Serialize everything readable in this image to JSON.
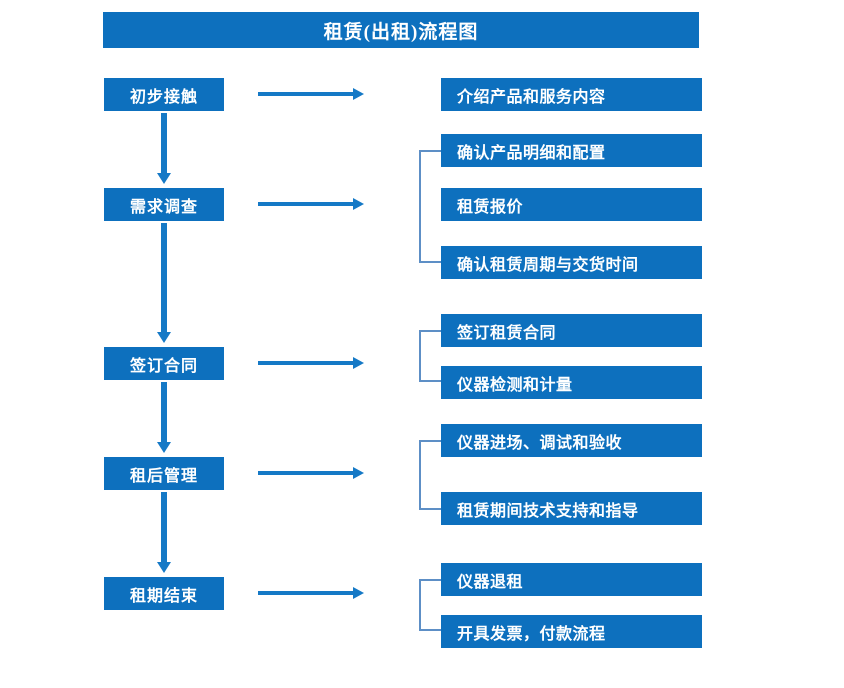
{
  "title": "租赁(出租)流程图",
  "theme": {
    "box_fill": "#0D70BE",
    "box_text": "#FFFFFF",
    "arrow": "#1579C6",
    "bracket": "#5D8FC6",
    "background": "#FFFFFF"
  },
  "stages": [
    {
      "label": "初步接触"
    },
    {
      "label": "需求调查"
    },
    {
      "label": "签订合同"
    },
    {
      "label": "租后管理"
    },
    {
      "label": "租期结束"
    }
  ],
  "groups": [
    {
      "stage": "初步接触",
      "has_bracket": false,
      "details": [
        {
          "label": "介绍产品和服务内容"
        }
      ]
    },
    {
      "stage": "需求调查",
      "has_bracket": true,
      "details": [
        {
          "label": "确认产品明细和配置"
        },
        {
          "label": "租赁报价"
        },
        {
          "label": "确认租赁周期与交货时间"
        }
      ]
    },
    {
      "stage": "签订合同",
      "has_bracket": true,
      "details": [
        {
          "label": "签订租赁合同"
        },
        {
          "label": "仪器检测和计量"
        }
      ]
    },
    {
      "stage": "租后管理",
      "has_bracket": true,
      "details": [
        {
          "label": "仪器进场、调试和验收"
        },
        {
          "label": "租赁期间技术支持和指导"
        }
      ]
    },
    {
      "stage": "租期结束",
      "has_bracket": true,
      "details": [
        {
          "label": "仪器退租"
        },
        {
          "label": "开具发票，付款流程"
        }
      ]
    }
  ],
  "connectors": {
    "horizontal_arrow_count": 5,
    "vertical_arrow_count": 4
  }
}
